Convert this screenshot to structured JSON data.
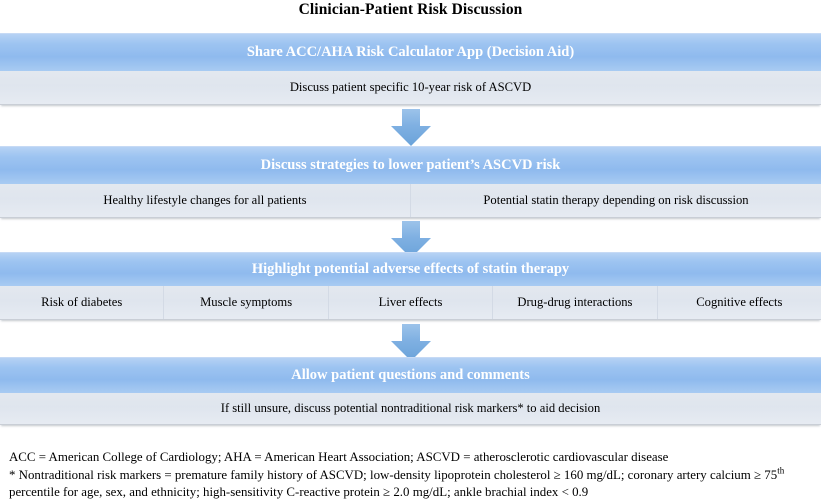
{
  "title": "Clinician-Patient Risk Discussion",
  "colors": {
    "header_blue": "#9dc4f1",
    "body_gray": "#dfe5ee",
    "arrow_blue": "#76ace0",
    "header_text": "#ffffff",
    "body_text": "#000000"
  },
  "stages": [
    {
      "header": "Share ACC/AHA Risk Calculator App (Decision Aid)",
      "cells": [
        "Discuss patient specific 10-year risk of ASCVD"
      ]
    },
    {
      "header": "Discuss strategies to lower patient’s ASCVD risk",
      "cells": [
        "Healthy lifestyle changes for all patients",
        "Potential statin therapy depending on risk discussion"
      ]
    },
    {
      "header": "Highlight potential adverse effects of statin therapy",
      "cells": [
        "Risk of diabetes",
        "Muscle symptoms",
        "Liver effects",
        "Drug-drug interactions",
        "Cognitive effects"
      ]
    },
    {
      "header": "Allow patient questions and comments",
      "cells": [
        "If still unsure, discuss potential nontraditional risk markers* to aid decision"
      ]
    }
  ],
  "arrows": [
    {
      "name": "arrow-stage1-to-stage2"
    },
    {
      "name": "arrow-stage2-to-stage3"
    },
    {
      "name": "arrow-stage3-to-stage4"
    }
  ],
  "footnotes": {
    "line1": "ACC = American College of Cardiology; AHA = American Heart Association; ASCVD = atherosclerotic cardiovascular disease",
    "line2_a": "* Nontraditional risk markers = premature family history of ASCVD; low-density lipoprotein cholesterol ≥ 160 mg/dL; coronary artery calcium ≥ 75",
    "line2_sup": "th",
    "line2_b": " percentile for age, sex, and ethnicity; high-sensitivity C-reactive protein ≥ 2.0 mg/dL; ankle brachial index < 0.9"
  }
}
